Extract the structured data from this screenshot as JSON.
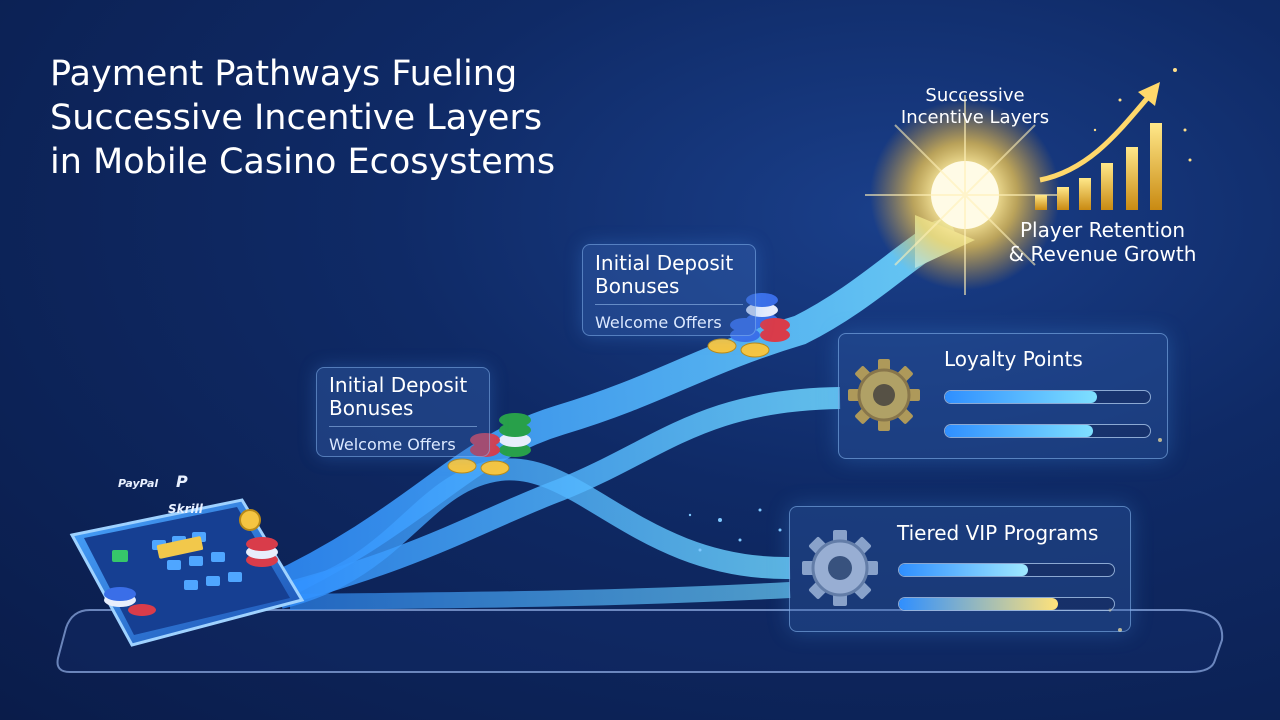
{
  "title": {
    "line1": "Payment Pathways Fueling",
    "line2": "Successive Incentive Layers",
    "line3": "in Mobile Casino Ecosystems"
  },
  "cards": [
    {
      "heading_line1": "Initial Deposit",
      "heading_line2": "Bonuses",
      "sub": "Welcome Offers"
    },
    {
      "heading_line1": "Initial Deposit",
      "heading_line2": "Bonuses",
      "sub": "Welcome Offers"
    }
  ],
  "top_label": {
    "line1": "Successive",
    "line2": "Incentive Layers"
  },
  "growth_label": {
    "line1": "Player Retention",
    "line2": "& Revenue Growth"
  },
  "panels": [
    {
      "title": "Loyalty Points",
      "bars": [
        0.74,
        0.72
      ],
      "icon": "gold-gear-icon"
    },
    {
      "title": "Tiered VIP Programs",
      "bars": [
        0.6,
        0.74
      ],
      "icon": "silver-gear-icon"
    }
  ],
  "payment_brands": {
    "paypal": "PayPal",
    "paypal_mark": "P",
    "skrill": "Skrill"
  },
  "colors": {
    "accent_blue": "#4fc3ff",
    "gold": "#f5c542",
    "bg": "#0f2a66"
  }
}
